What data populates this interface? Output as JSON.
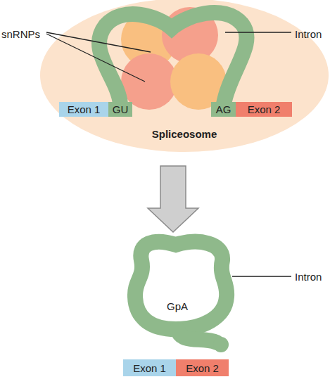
{
  "diagram": {
    "nodes": [
      {
        "text": [
          "Spliceosome"
        ]
      },
      {
        "text": [
          "Exon 1"
        ],
        "in": 0
      },
      {
        "text": [
          "GU"
        ],
        "in": 0
      },
      {
        "text": [
          "AG"
        ],
        "in": 0
      },
      {
        "text": [
          "Exon 2"
        ],
        "in": 0
      },
      {
        "text": [
          "Exon 1"
        ]
      },
      {
        "text": [
          "Exon 2"
        ]
      }
    ],
    "labels": [
      "snRNPs",
      "Intron",
      "Intron",
      "GpA"
    ]
  }
}
